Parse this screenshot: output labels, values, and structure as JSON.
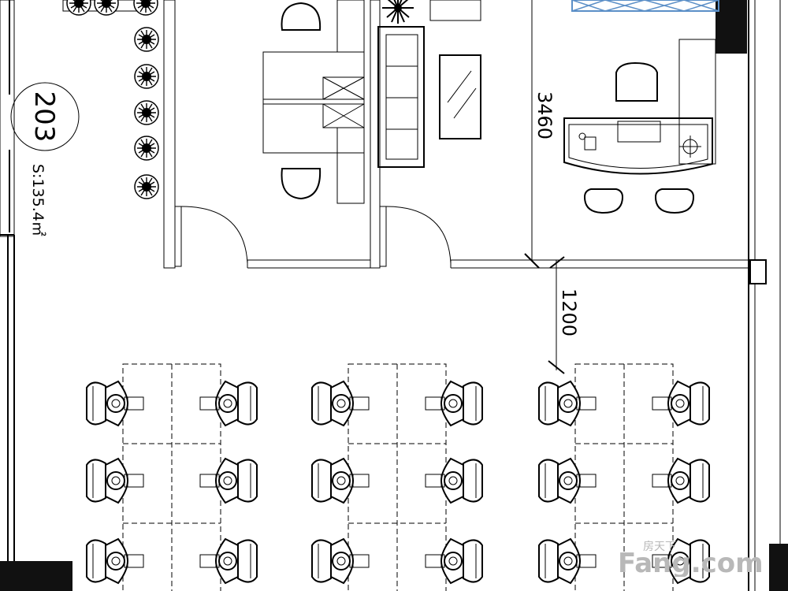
{
  "room": {
    "number": "203",
    "area": "S:135.4㎡"
  },
  "dimensions": {
    "vertical_a": "3460",
    "vertical_b": "1200"
  },
  "watermark": {
    "brand": "Fang.com",
    "small": "房天下"
  },
  "colors": {
    "line": "#000000",
    "window": "#5b8fc7",
    "watermark": "#b8b8b8"
  },
  "icons": [
    "plant-icon",
    "chair-icon",
    "desk-icon",
    "sofa-icon",
    "phone-icon",
    "door-swing-icon"
  ]
}
